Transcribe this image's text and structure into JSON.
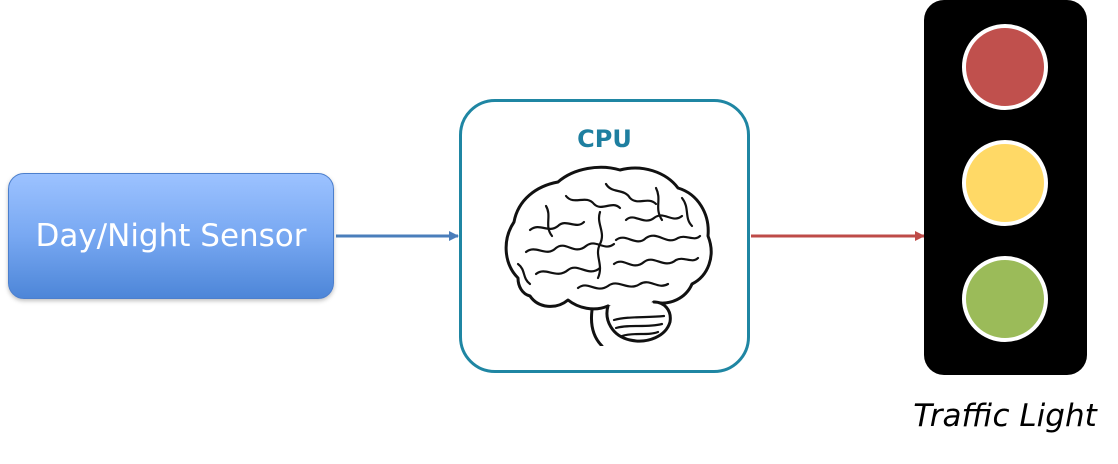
{
  "sensor": {
    "label": "Day/Night Sensor"
  },
  "cpu": {
    "label": "CPU",
    "icon": "brain-icon"
  },
  "traffic_light": {
    "caption": "Traffic Light",
    "lamps": [
      {
        "color": "#c0504d"
      },
      {
        "color": "#ffd966"
      },
      {
        "color": "#9bbb59"
      }
    ]
  },
  "arrows": {
    "sensor_to_cpu_color": "#4a7ebb",
    "cpu_to_light_color": "#be4b48"
  }
}
